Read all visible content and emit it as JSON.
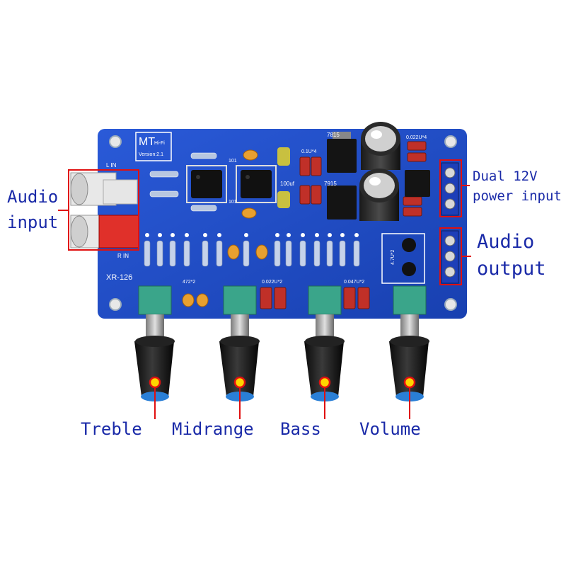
{
  "labels": {
    "audio_input": [
      "Audio",
      "input"
    ],
    "power_input": [
      "Dual 12V",
      "power input"
    ],
    "audio_output": [
      "Audio",
      "output"
    ],
    "knobs": [
      "Treble",
      "Midrange",
      "Bass",
      "Volume"
    ]
  },
  "silkscreen": {
    "brand": "MT",
    "brand_sub": "Hi-Fi",
    "version": "Version:2.1",
    "model": "XR-126",
    "l_in": "L IN",
    "r_in": "R IN",
    "reg1": "7815",
    "reg2": "7915",
    "cap1": "0.1U*4",
    "cap2": "0.022U*4",
    "cap3": "100uf",
    "cap4": "472*2",
    "cap5": "0.022U*2",
    "cap6": "0.047U*2",
    "cap7": "101",
    "cap8": "101",
    "side": "4.7U*2"
  },
  "colors": {
    "pcb": "#1f4fc9",
    "label_text": "#1a2aa8",
    "highlight": "#e01010",
    "dot": "#ffd400"
  }
}
